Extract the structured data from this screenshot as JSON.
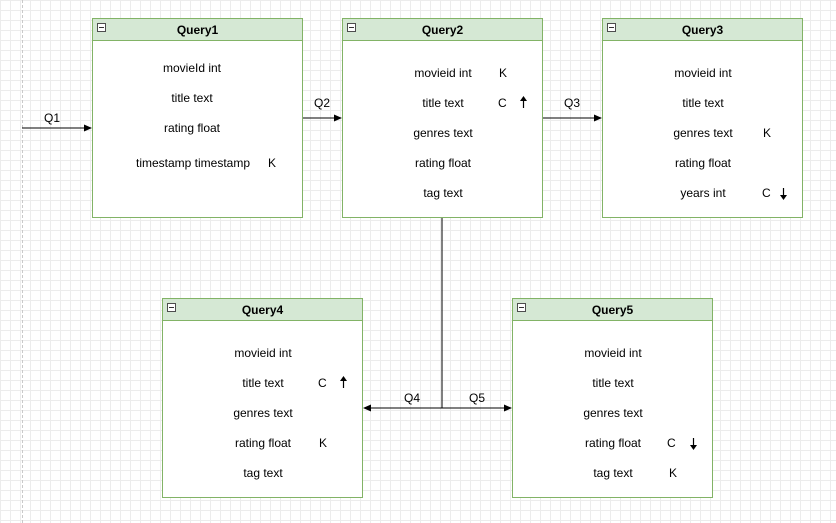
{
  "colors": {
    "header_fill": "#d5e8d4",
    "border": "#82b366",
    "grid": "#ececec",
    "line": "#000000"
  },
  "edges": {
    "q1": "Q1",
    "q2": "Q2",
    "q3": "Q3",
    "q4": "Q4",
    "q5": "Q5"
  },
  "tables": {
    "query1": {
      "title": "Query1",
      "fields": [
        {
          "name": "movieId int"
        },
        {
          "name": "title text"
        },
        {
          "name": "rating float"
        },
        {
          "name": "timestamp timestamp",
          "key": "K"
        }
      ]
    },
    "query2": {
      "title": "Query2",
      "fields": [
        {
          "name": "movieid int",
          "key": "K"
        },
        {
          "name": "title text",
          "key": "C",
          "order": "up"
        },
        {
          "name": "genres text"
        },
        {
          "name": "rating float"
        },
        {
          "name": "tag text"
        }
      ]
    },
    "query3": {
      "title": "Query3",
      "fields": [
        {
          "name": "movieid int"
        },
        {
          "name": "title text"
        },
        {
          "name": "genres text",
          "key": "K"
        },
        {
          "name": "rating float"
        },
        {
          "name": "years int",
          "key": "C",
          "order": "down"
        }
      ]
    },
    "query4": {
      "title": "Query4",
      "fields": [
        {
          "name": "movieid int"
        },
        {
          "name": "title text",
          "key": "C",
          "order": "up"
        },
        {
          "name": "genres text"
        },
        {
          "name": "rating float",
          "key": "K"
        },
        {
          "name": "tag text"
        }
      ]
    },
    "query5": {
      "title": "Query5",
      "fields": [
        {
          "name": "movieid int"
        },
        {
          "name": "title text"
        },
        {
          "name": "genres text"
        },
        {
          "name": "rating float",
          "key": "C",
          "order": "down"
        },
        {
          "name": "tag text",
          "key": "K"
        }
      ]
    }
  }
}
